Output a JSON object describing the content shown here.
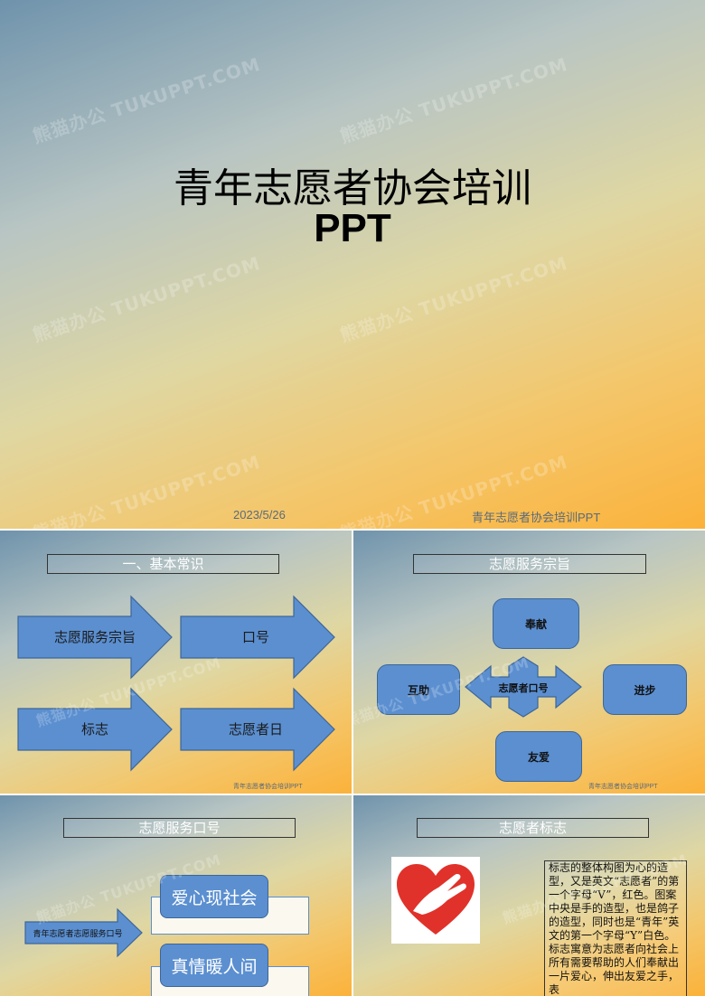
{
  "slide1": {
    "title_line1": "青年志愿者协会培训",
    "title_line2": "PPT",
    "date": "2023/5/26",
    "footer": "青年志愿者协会培训PPT",
    "watermark": "熊猫办公 TUKUPPT.COM"
  },
  "slide2": {
    "title": "一、基本常识",
    "arrows": [
      "志愿服务宗旨",
      "口号",
      "标志",
      "志愿者日"
    ],
    "footer": "青年志愿者协会培训PPT"
  },
  "slide3": {
    "title": "志愿服务宗旨",
    "top": "奉献",
    "left": "互助",
    "right": "进步",
    "bottom": "友爱",
    "center": "志愿者口号",
    "footer": "青年志愿者协会培训PPT"
  },
  "slide4": {
    "title": "志愿服务口号",
    "arrow_label": "青年志愿者志愿服务口号",
    "slogan1": "爱心现社会",
    "slogan2": "真情暖人间"
  },
  "slide5": {
    "title": "志愿者标志",
    "description": "标志的整体构图为心的造型，又是英文“志愿者”的第一个字母“V”，红色。图案中央是手的造型，也是鸽子的造型，同时也是“青年”英文的第一个字母“Y”白色。标志寓意为志愿者向社会上所有需要帮助的人们奉献出一片爱心，伸出友爱之手，表"
  },
  "colors": {
    "shape_fill": "#5b8fd0",
    "logo_red": "#e0322a"
  }
}
